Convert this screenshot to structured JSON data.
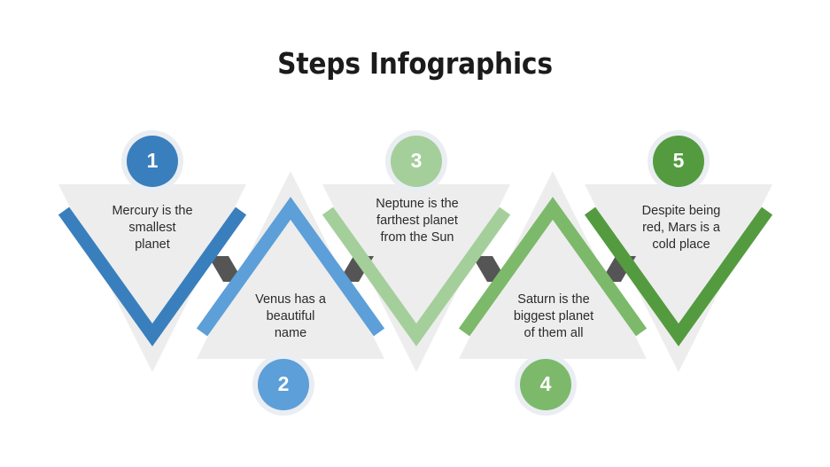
{
  "slide": {
    "title": "Steps Infographics",
    "background": "#ffffff"
  },
  "palette": {
    "triangle_fill": "#ededed",
    "connector": "#555555",
    "circle_ring": "#e9edf1",
    "number_text": "#ffffff",
    "body_text": "#2b2b2b",
    "title_text": "#1b1b1b"
  },
  "steps": [
    {
      "number": "1",
      "text_line1": "Mercury is the",
      "text_line2": "smallest",
      "text_line3": "planet",
      "text": "Mercury is the smallest planet",
      "color": "#3a7fbd",
      "chevron_color": "#3a7fbd",
      "circle_color": "#3a7fbd",
      "direction": "down",
      "circle_position": "above"
    },
    {
      "number": "2",
      "text_line1": "Venus has a",
      "text_line2": "beautiful",
      "text_line3": "name",
      "text": "Venus has a beautiful name",
      "color": "#5d9fd8",
      "chevron_color": "#5d9fd8",
      "circle_color": "#5d9fd8",
      "direction": "up",
      "circle_position": "below"
    },
    {
      "number": "3",
      "text_line1": "Neptune is the",
      "text_line2": "farthest planet",
      "text_line3": "from the Sun",
      "text": "Neptune is the farthest planet from the Sun",
      "color": "#a4cf9b",
      "chevron_color": "#a4cf9b",
      "circle_color": "#a4cf9b",
      "direction": "down",
      "circle_position": "above"
    },
    {
      "number": "4",
      "text_line1": "Saturn is the",
      "text_line2": "biggest planet",
      "text_line3": "of them all",
      "text": "Saturn is the biggest planet of them all",
      "color": "#7db96a",
      "chevron_color": "#7db96a",
      "circle_color": "#7db96a",
      "direction": "up",
      "circle_position": "below"
    },
    {
      "number": "5",
      "text_line1": "Despite being",
      "text_line2": "red, Mars is a",
      "text_line3": "cold place",
      "text": "Despite being red, Mars is a cold place",
      "color": "#549b3f",
      "chevron_color": "#549b3f",
      "circle_color": "#549b3f",
      "direction": "down",
      "circle_position": "above"
    }
  ]
}
